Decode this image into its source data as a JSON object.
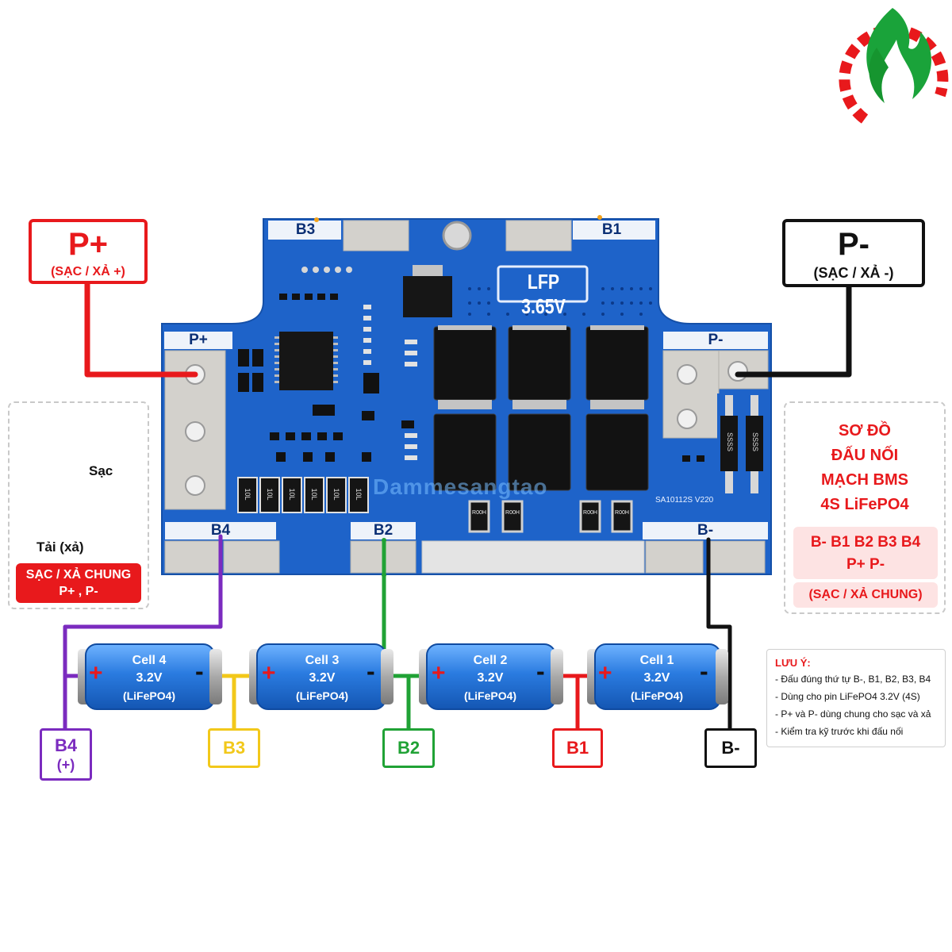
{
  "colors": {
    "pcb_blue": "#1e63c9",
    "pad_silver": "#cfcdc8",
    "red": "#e8191c",
    "purple": "#7b2bbf",
    "yellow": "#f2c81a",
    "green": "#20a235",
    "black": "#111111",
    "cell_blue": "#2f7fe0"
  },
  "logo": {
    "icon": "flame-gear-logo"
  },
  "callouts": {
    "p_plus": {
      "title": "P+",
      "subtitle": "(SẠC / XẢ +)"
    },
    "p_minus": {
      "title": "P-",
      "subtitle": "(SẠC / XẢ -)"
    }
  },
  "board": {
    "model_label": "LFP 3.65V",
    "silk_code": "SA10112S V220",
    "watermark": "Dammesangtao",
    "pads": {
      "b3": "B3",
      "b1": "B1",
      "p_plus": "P+",
      "p_minus": "P-",
      "b4": "B4",
      "b2": "B2",
      "b_minus": "B-"
    },
    "resistor_marks": [
      "R00H",
      "R00H",
      "R00H",
      "R00H"
    ],
    "chip_marks": [
      "SSSS",
      "SSSS"
    ],
    "small_resistors": [
      "10L",
      "10L",
      "10L",
      "10L",
      "10L",
      "10L"
    ]
  },
  "left_panel": {
    "charger_label": "Sạc",
    "load_label": "Tải (xả)",
    "charger_icon": "charger-adapter-icon",
    "load_icon": "light-bulb-icon",
    "shared_badge_line1": "SẠC / XẢ CHUNG",
    "shared_badge_line2": "P+ , P-"
  },
  "right_panel": {
    "title_lines": [
      "SƠ ĐỒ",
      "ĐẤU NỐI",
      "MẠCH BMS",
      "4S LiFePO4"
    ],
    "order_line1": "B- B1 B2 B3 B4",
    "order_line2": "P+ P-",
    "order_line3": "(SẠC / XẢ CHUNG)"
  },
  "notes": {
    "heading": "LƯU Ý:",
    "items": [
      "- Đấu đúng thứ tự B-, B1, B2, B3, B4",
      "- Dùng cho pin LiFePO4 3.2V (4S)",
      "- P+ và P- dùng chung cho sạc và xả",
      "- Kiểm tra kỹ trước khi đấu nối"
    ]
  },
  "cells": [
    {
      "name": "Cell 4",
      "voltage": "3.2V",
      "chem": "(LiFePO4)",
      "plus": "+",
      "minus": "-"
    },
    {
      "name": "Cell 3",
      "voltage": "3.2V",
      "chem": "(LiFePO4)",
      "plus": "+",
      "minus": "-"
    },
    {
      "name": "Cell 2",
      "voltage": "3.2V",
      "chem": "(LiFePO4)",
      "plus": "+",
      "minus": "-"
    },
    {
      "name": "Cell 1",
      "voltage": "3.2V",
      "chem": "(LiFePO4)",
      "plus": "+",
      "minus": "-"
    }
  ],
  "terminals": {
    "b4": {
      "label": "B4",
      "sub": "(+)"
    },
    "b3": {
      "label": "B3"
    },
    "b2": {
      "label": "B2"
    },
    "b1": {
      "label": "B1"
    },
    "b_minus": {
      "label": "B-"
    }
  }
}
